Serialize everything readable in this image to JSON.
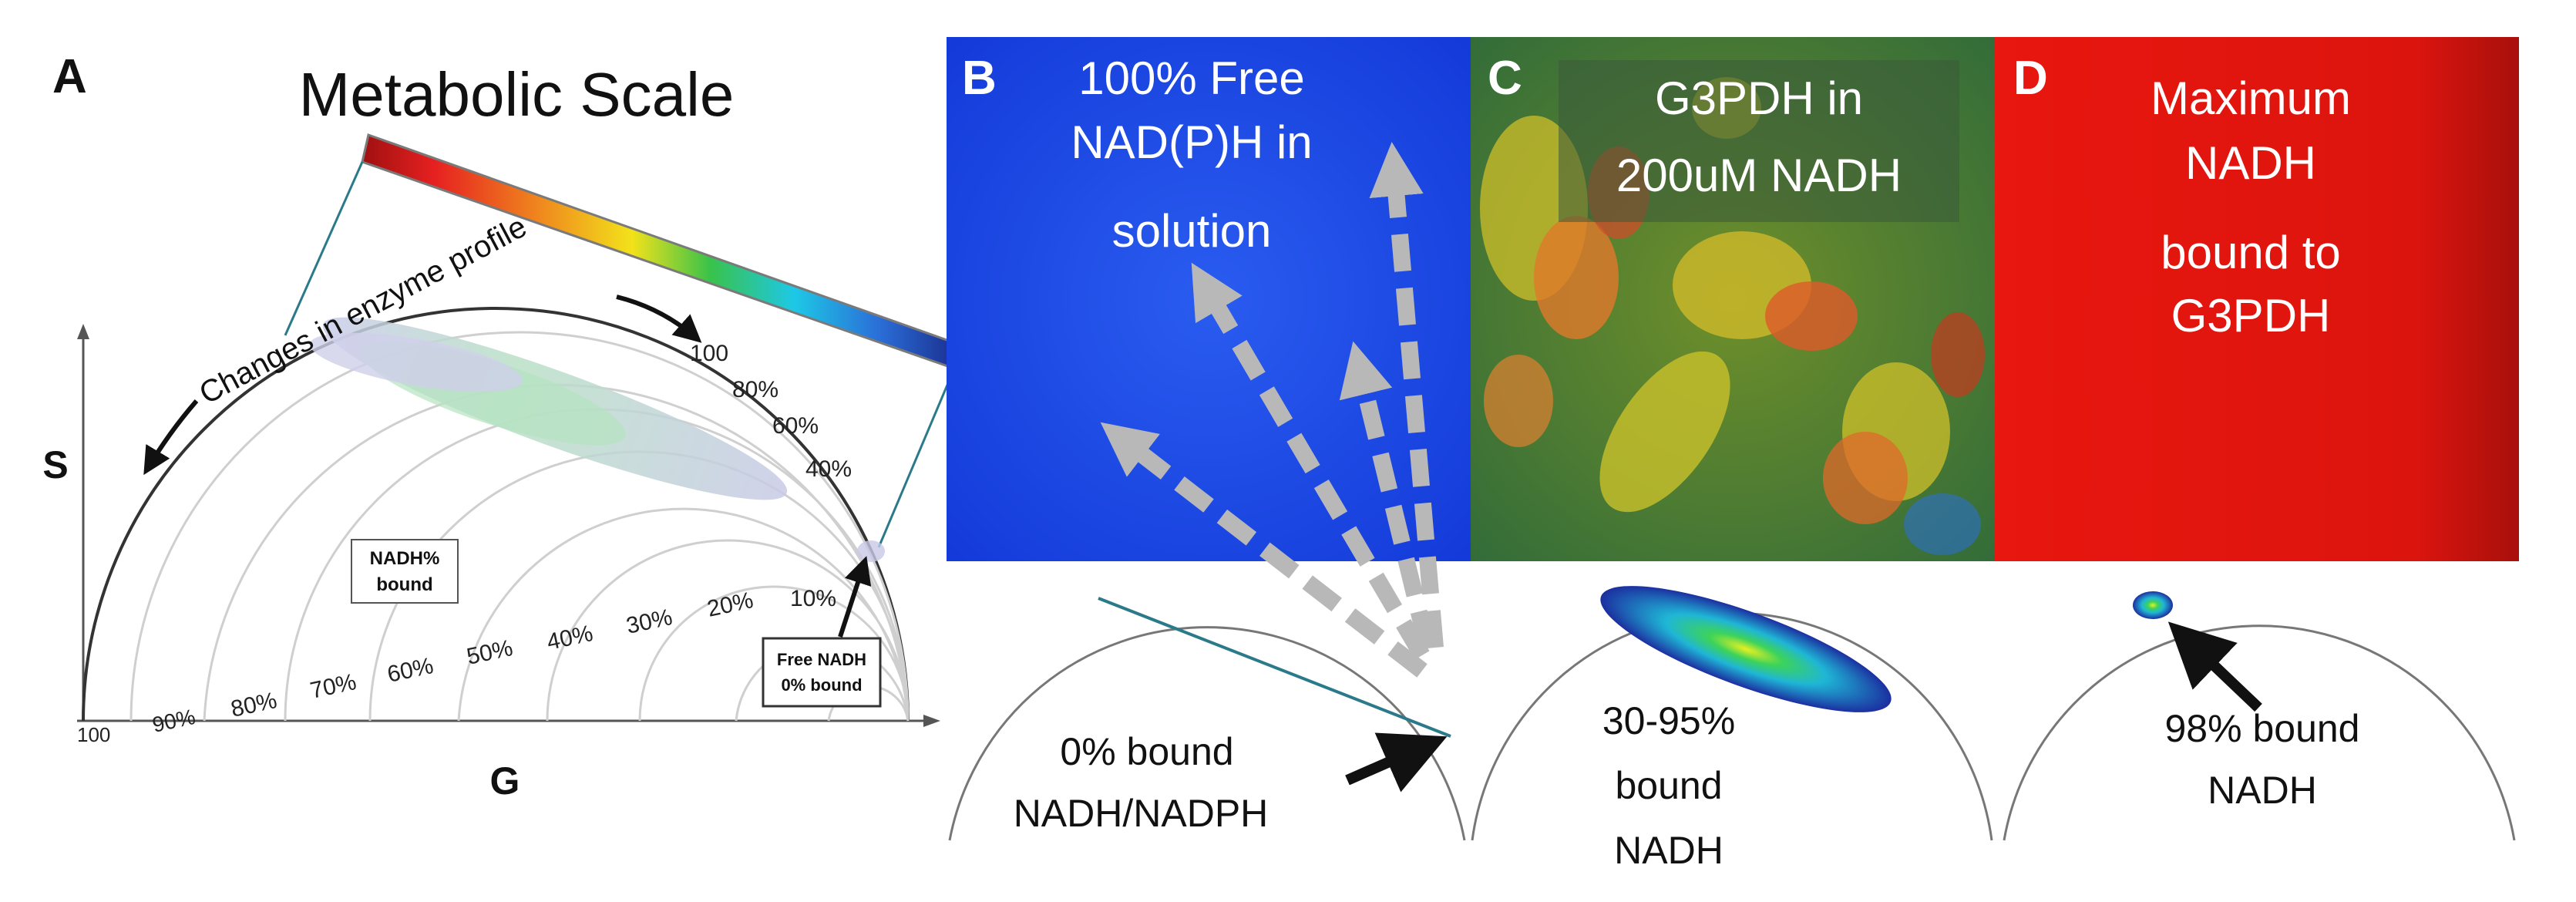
{
  "panel_a": {
    "letter": "A",
    "title": "Metabolic Scale",
    "arc_caption": "Changes in enzyme profile",
    "axis_s": "S",
    "axis_g": "G",
    "legend_box": [
      "NADH%",
      "bound"
    ],
    "free_box": [
      "Free NADH",
      "0% bound"
    ],
    "outer_ticks": [
      "100",
      "80%",
      "60%",
      "40%"
    ],
    "inner_ticks": [
      "100",
      "90%",
      "80%",
      "70%",
      "60%",
      "50%",
      "40%",
      "30%",
      "20%",
      "10%"
    ]
  },
  "panel_b": {
    "letter": "B",
    "title_lines": [
      "100% Free",
      "NAD(P)H in",
      "solution"
    ],
    "annotation_lines": [
      "0% bound",
      "NADH/NADPH"
    ],
    "colors": {
      "bg": "#1846e6"
    }
  },
  "panel_c": {
    "letter": "C",
    "title_lines": [
      "G3PDH in",
      "200uM NADH"
    ],
    "annotation_lines": [
      "30-95%",
      "bound",
      "NADH"
    ]
  },
  "panel_d": {
    "letter": "D",
    "title_lines": [
      "Maximum",
      "NADH",
      "bound to",
      "G3PDH"
    ],
    "annotation_lines": [
      "98% bound",
      "NADH"
    ],
    "colors": {
      "bg": "#e3140f"
    }
  },
  "colors": {
    "scale_gradient": [
      "#a01010",
      "#e62020",
      "#f08a1e",
      "#f2e21a",
      "#39c24a",
      "#1ec8e6",
      "#2a6fd8",
      "#1a2a8a"
    ],
    "arrow_gray": "#b8b8b8",
    "teal_line": "#2b7a8a"
  }
}
